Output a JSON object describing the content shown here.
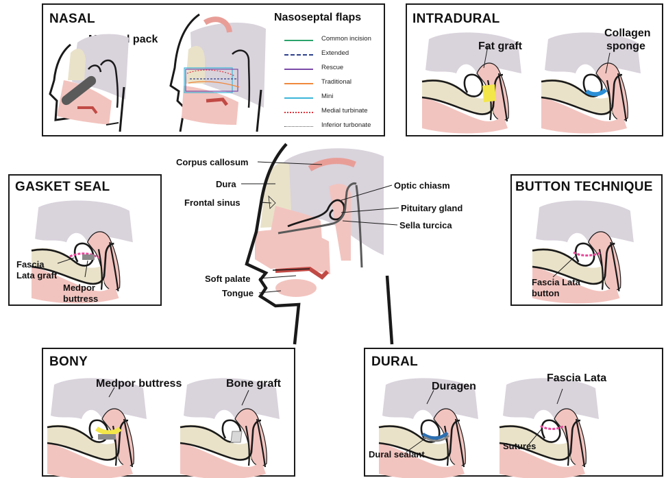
{
  "panels": {
    "nasal": {
      "title": "NASAL",
      "merocel": "Merocel pack",
      "flaps_title": "Nasoseptal flaps"
    },
    "intradural": {
      "title": "INTRADURAL",
      "fat": "Fat graft",
      "collagen1": "Collagen",
      "collagen2": "sponge"
    },
    "gasket": {
      "title": "GASKET SEAL",
      "fascia1": "Fascia",
      "fascia2": "Lata graft",
      "medpor1": "Medpor",
      "medpor2": "buttress"
    },
    "button": {
      "title": "BUTTON TECHNIQUE",
      "fascia1": "Fascia Lata",
      "fascia2": "button"
    },
    "bony": {
      "title": "BONY",
      "medpor": "Medpor buttress",
      "bone": "Bone graft"
    },
    "dural": {
      "title": "DURAL",
      "duragen": "Duragen",
      "fascia": "Fascia Lata",
      "sealant": "Dural sealant",
      "sutures": "Sutures"
    }
  },
  "legend": [
    {
      "label": "Common incision",
      "color": "#2aa36b",
      "style": "solid"
    },
    {
      "label": "Extended",
      "color": "#2b3f8c",
      "style": "dashed"
    },
    {
      "label": "Rescue",
      "color": "#7a4aa8",
      "style": "solid"
    },
    {
      "label": "Traditional",
      "color": "#f0883a",
      "style": "solid"
    },
    {
      "label": "Mini",
      "color": "#3bb5d8",
      "style": "solid"
    },
    {
      "label": "Medial turbinate",
      "color": "#e0333a",
      "style": "dotted"
    },
    {
      "label": "Inferior turbonate",
      "color": "#777777",
      "style": "dotted-fine"
    }
  ],
  "center_labels": {
    "corpus": "Corpus callosum",
    "dura": "Dura",
    "frontal": "Frontal sinus",
    "optic": "Optic chiasm",
    "pituitary": "Pituitary gland",
    "sella": "Sella turcica",
    "palate": "Soft palate",
    "tongue": "Tongue"
  },
  "colors": {
    "brain": "#d9d3dc",
    "tissue": "#f2c4bf",
    "tissue_dark": "#e89e97",
    "bone": "#e9e2c9",
    "outline": "#1a1a1a",
    "fat": "#f3e64a",
    "collagen": "#2c8fd6",
    "fascia": "#e8489a",
    "medpor": "#8a8a8a",
    "sealant": "#2c6fb0"
  }
}
